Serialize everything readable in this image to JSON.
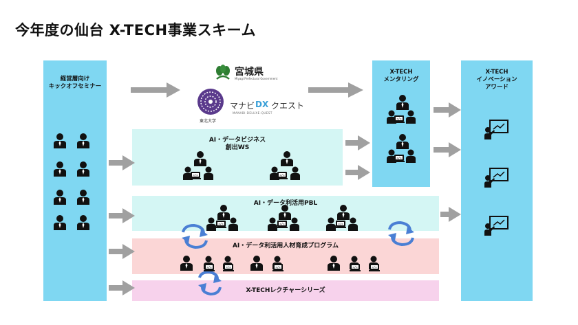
{
  "page": {
    "title": "今年度の仙台 X-TECH事業スキーム"
  },
  "columns": {
    "left": {
      "label_line1": "経営層向け",
      "label_line2": "キックオフセミナー"
    },
    "mentoring": {
      "label_line1": "X-TECH",
      "label_line2": "メンタリング"
    },
    "award": {
      "label_line1": "X-TECH",
      "label_line2": "イノベーション",
      "label_line3": "アワード"
    }
  },
  "logos": {
    "miyagi": {
      "name": "宮城県",
      "sub": "Miyagi Prefectural Government"
    },
    "tohoku": {
      "name": "東北大学"
    },
    "manabi": {
      "name_a": "マナビ",
      "name_b": "DX",
      "name_c": "クエスト",
      "sub": "MANABI-DELUXE-QUEST"
    }
  },
  "bands": {
    "ws": {
      "label_line1": "AI・データビジネス",
      "label_line2": "創出WS"
    },
    "pbl": {
      "label": "AI・データ利活用PBL"
    },
    "hr": {
      "label": "AI・データ利活用人材育成プログラム"
    },
    "lecture": {
      "label": "X-TECHレクチャーシリーズ"
    }
  },
  "colors": {
    "column_blue": "#7fd7f2",
    "ws_band": "#d4f6f4",
    "pbl_band": "#d4f6f4",
    "hr_band": "#fbd6d6",
    "lecture_band": "#f7d2ec",
    "arrow_gray": "#a0a0a0",
    "cycle_blue": "#4a7fd4",
    "miyagi_green": "#2e7d32",
    "tohoku_purple": "#5a3a8c",
    "manabi_blue": "#3aa0d8"
  }
}
